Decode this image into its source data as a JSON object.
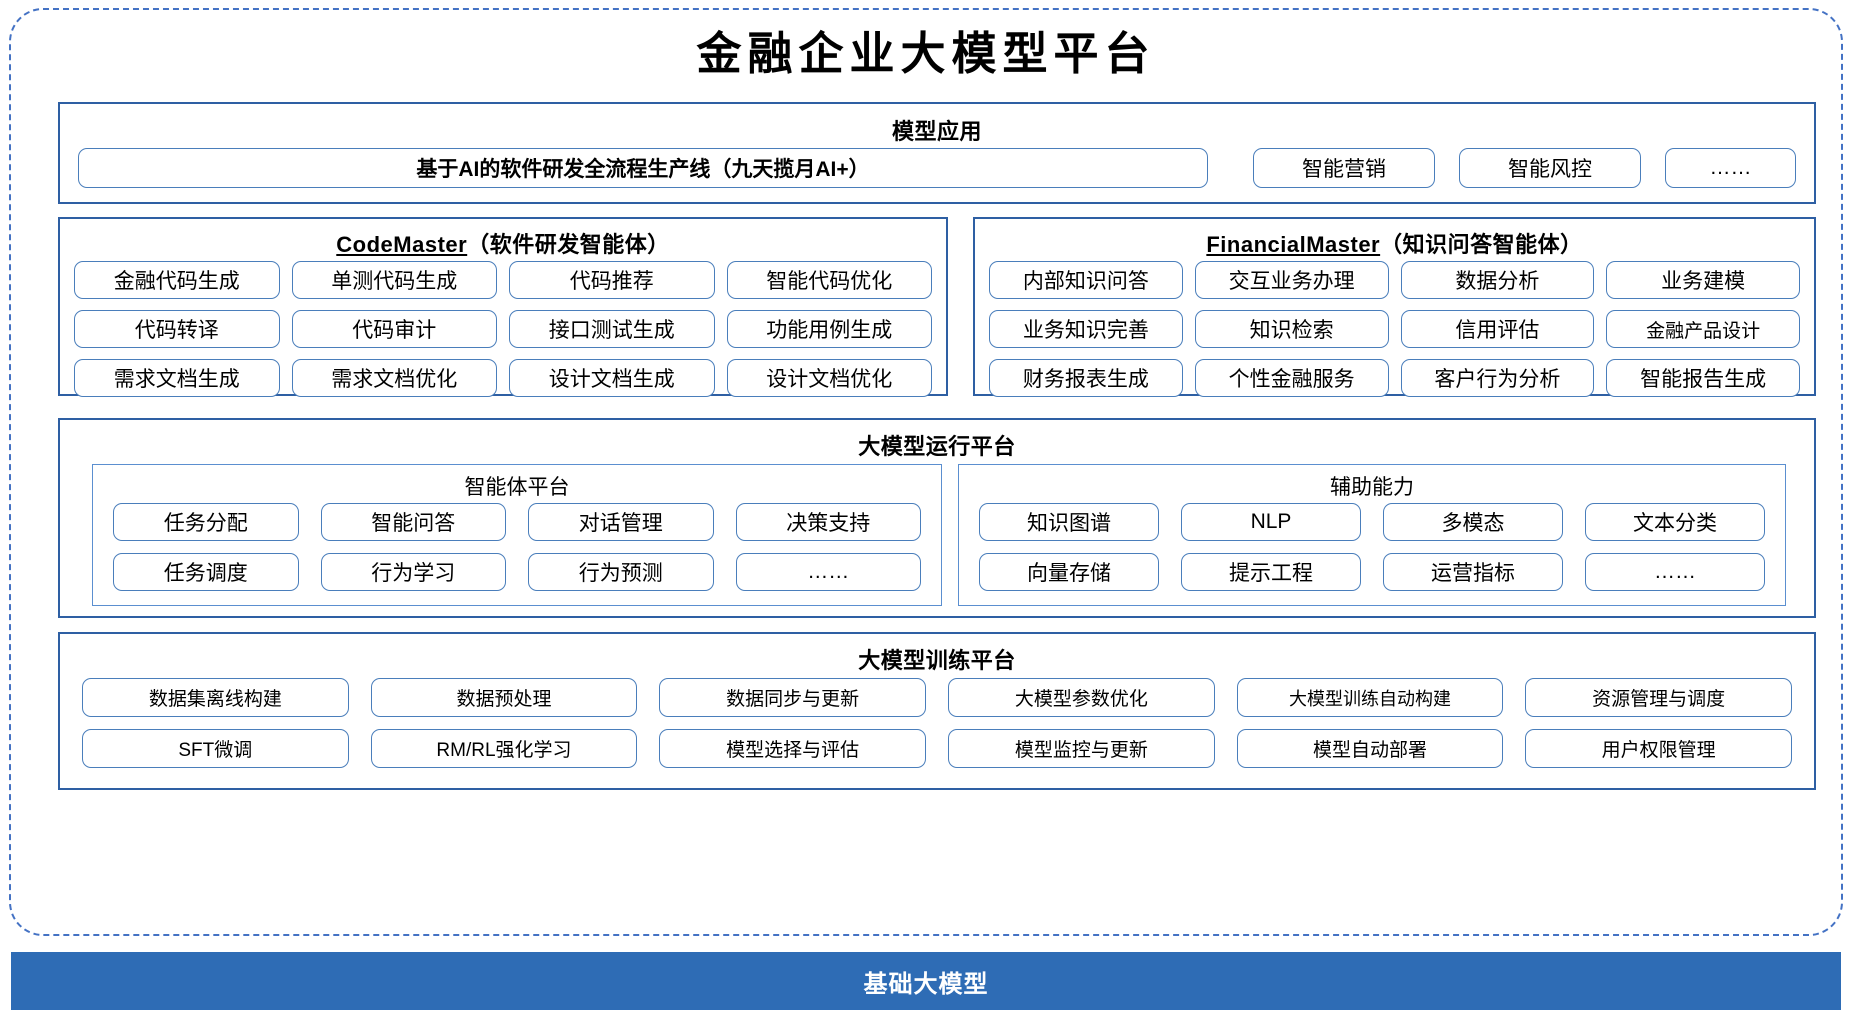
{
  "title": "金融企业大模型平台",
  "colors": {
    "frame_border": "#4472C4",
    "section_border": "#2E5FA3",
    "cell_border": "#4A7EBB",
    "base_bar_bg": "#2E6CB5",
    "spell_underline": "#e8392a"
  },
  "application": {
    "title": "模型应用",
    "items": [
      "基于AI的软件研发全流程生产线（九天揽月AI+）",
      "智能营销",
      "智能风控",
      "……"
    ]
  },
  "codemaster": {
    "name": "CodeMaster",
    "suffix": "（软件研发智能体）",
    "items": [
      "金融代码生成",
      "单测代码生成",
      "代码推荐",
      "智能代码优化",
      "代码转译",
      "代码审计",
      "接口测试生成",
      "功能用例生成",
      "需求文档生成",
      "需求文档优化",
      "设计文档生成",
      "设计文档优化"
    ]
  },
  "financialmaster": {
    "name": "FinancialMaster",
    "suffix": "（知识问答智能体）",
    "items": [
      "内部知识问答",
      "交互业务办理",
      "数据分析",
      "业务建模",
      "业务知识完善",
      "知识检索",
      "信用评估",
      "金融产品设计",
      "财务报表生成",
      "个性金融服务",
      "客户行为分析",
      "智能报告生成"
    ]
  },
  "runtime": {
    "title": "大模型运行平台",
    "agent_platform": {
      "title": "智能体平台",
      "items": [
        "任务分配",
        "智能问答",
        "对话管理",
        "决策支持",
        "任务调度",
        "行为学习",
        "行为预测",
        "……"
      ]
    },
    "auxiliary": {
      "title": "辅助能力",
      "items": [
        "知识图谱",
        "NLP",
        "多模态",
        "文本分类",
        "向量存储",
        "提示工程",
        "运营指标",
        "……"
      ]
    }
  },
  "training": {
    "title": "大模型训练平台",
    "items": [
      "数据集离线构建",
      "数据预处理",
      "数据同步与更新",
      "大模型参数优化",
      "大模型训练自动构建",
      "资源管理与调度",
      "SFT微调",
      "RM/RL强化学习",
      "模型选择与评估",
      "模型监控与更新",
      "模型自动部署",
      "用户权限管理"
    ]
  },
  "base_model": {
    "label": "基础大模型"
  }
}
